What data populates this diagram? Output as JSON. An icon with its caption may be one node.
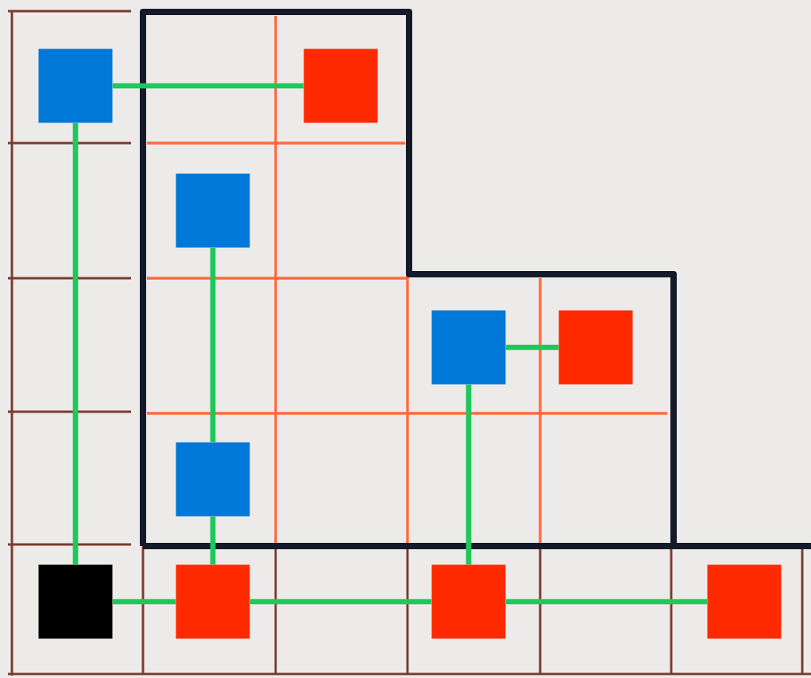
{
  "diagram": {
    "nodes": [
      {
        "text": [],
        "shape": "box"
      },
      {
        "text": [],
        "shape": "box"
      },
      {
        "text": [],
        "shape": "box"
      },
      {
        "text": [],
        "shape": "box"
      },
      {
        "text": [],
        "shape": "box"
      },
      {
        "text": [],
        "shape": "box"
      },
      {
        "text": [],
        "shape": "box"
      },
      {
        "text": [],
        "shape": "box"
      },
      {
        "text": [],
        "shape": "box"
      },
      {
        "text": [],
        "shape": "box"
      }
    ],
    "edges": [
      {
        "from": 0,
        "to": 1,
        "arrow": "none"
      },
      {
        "from": 0,
        "to": 6,
        "arrow": "none"
      },
      {
        "from": 2,
        "to": 5,
        "arrow": "none"
      },
      {
        "from": 3,
        "to": 4,
        "arrow": "none"
      },
      {
        "from": 5,
        "to": 7,
        "arrow": "none"
      },
      {
        "from": 3,
        "to": 8,
        "arrow": "none"
      },
      {
        "from": 6,
        "to": 7,
        "arrow": "none"
      },
      {
        "from": 7,
        "to": 8,
        "arrow": "none"
      },
      {
        "from": 8,
        "to": 9,
        "arrow": "none"
      }
    ]
  }
}
